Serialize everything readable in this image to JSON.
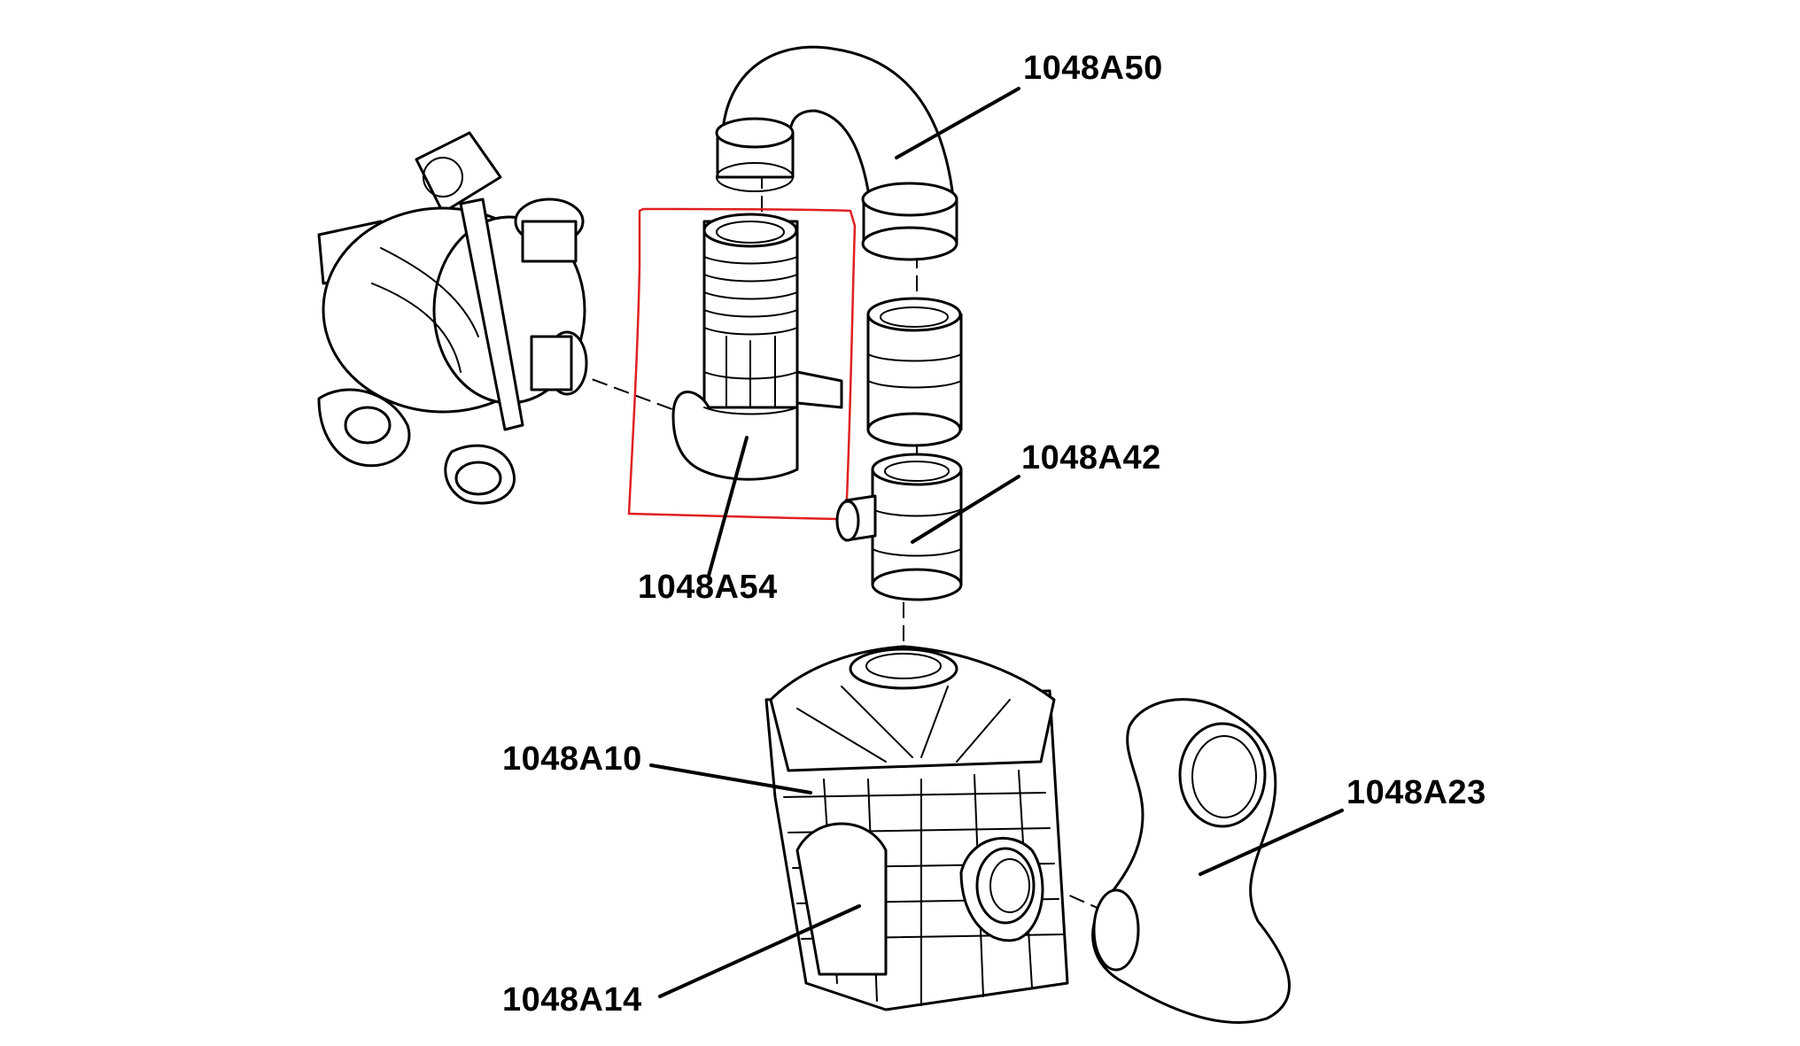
{
  "diagram": {
    "parts": [
      {
        "id": "1048A50"
      },
      {
        "id": "1048A42"
      },
      {
        "id": "1048A54"
      },
      {
        "id": "1048A10"
      },
      {
        "id": "1048A23"
      },
      {
        "id": "1048A14"
      }
    ],
    "highlight_color": "#e02020",
    "line_color": "#000000"
  }
}
